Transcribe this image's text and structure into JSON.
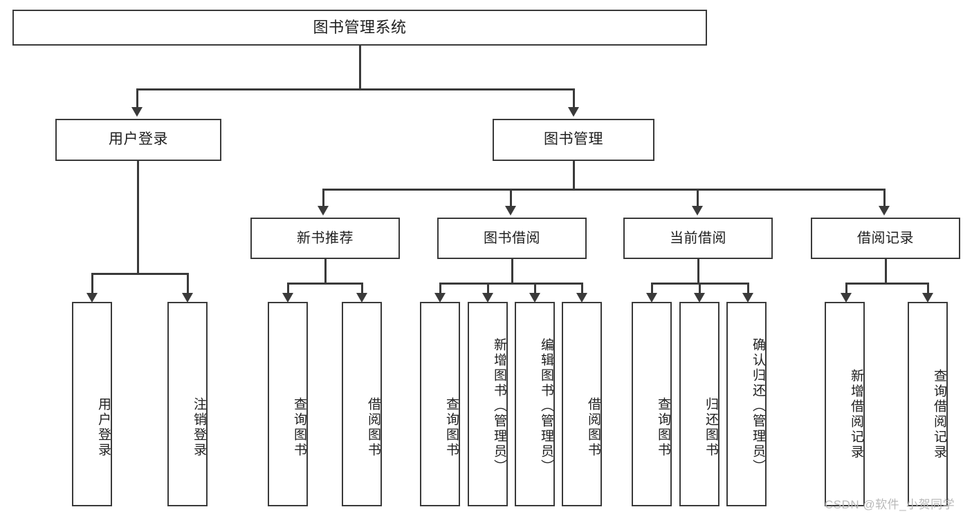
{
  "diagram": {
    "type": "tree",
    "title": "图书管理系统",
    "root": {
      "label": "图书管理系统"
    },
    "level1": [
      {
        "label": "用户登录"
      },
      {
        "label": "图书管理"
      }
    ],
    "level2": [
      {
        "label": "新书推荐"
      },
      {
        "label": "图书借阅"
      },
      {
        "label": "当前借阅"
      },
      {
        "label": "借阅记录"
      }
    ],
    "leaves": {
      "user_login": [
        {
          "label": "用户登录"
        },
        {
          "label": "注销登录"
        }
      ],
      "new_book_recommend": [
        {
          "label": "查询图书"
        },
        {
          "label": "借阅图书"
        }
      ],
      "book_borrow": [
        {
          "label": "查询图书"
        },
        {
          "label": "新增图书（管理员）"
        },
        {
          "label": "编辑图书（管理员）"
        },
        {
          "label": "借阅图书"
        }
      ],
      "current_borrow": [
        {
          "label": "查询图书"
        },
        {
          "label": "归还图书"
        },
        {
          "label": "确认归还（管理员）"
        }
      ],
      "borrow_record": [
        {
          "label": "新增借阅记录"
        },
        {
          "label": "查询借阅记录"
        }
      ]
    }
  },
  "watermark": {
    "text": "CSDN @软件_小贺同学"
  },
  "colors": {
    "stroke": "#3a3a3a",
    "text": "#202020",
    "background": "#ffffff",
    "watermark": "#b9b9b9"
  }
}
